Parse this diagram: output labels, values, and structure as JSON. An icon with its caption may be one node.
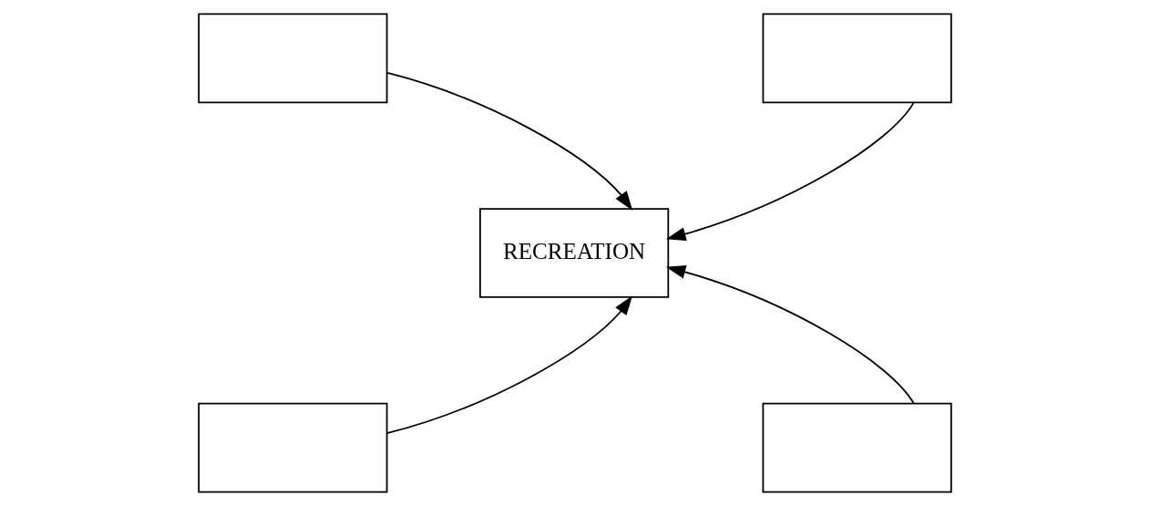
{
  "diagram": {
    "nodes": [
      {
        "text": [],
        "shape": "box"
      },
      {
        "text": [],
        "shape": "box"
      },
      {
        "text": [
          "RECREATION"
        ]
      },
      {
        "text": [],
        "shape": "box"
      },
      {
        "text": [],
        "shape": "box"
      }
    ],
    "edges": [
      {
        "from": 0,
        "to": 2,
        "arrow": "to"
      },
      {
        "from": 1,
        "to": 2,
        "arrow": "to"
      },
      {
        "from": 3,
        "to": 2,
        "arrow": "to"
      },
      {
        "from": 4,
        "to": 2,
        "arrow": "to"
      }
    ]
  }
}
